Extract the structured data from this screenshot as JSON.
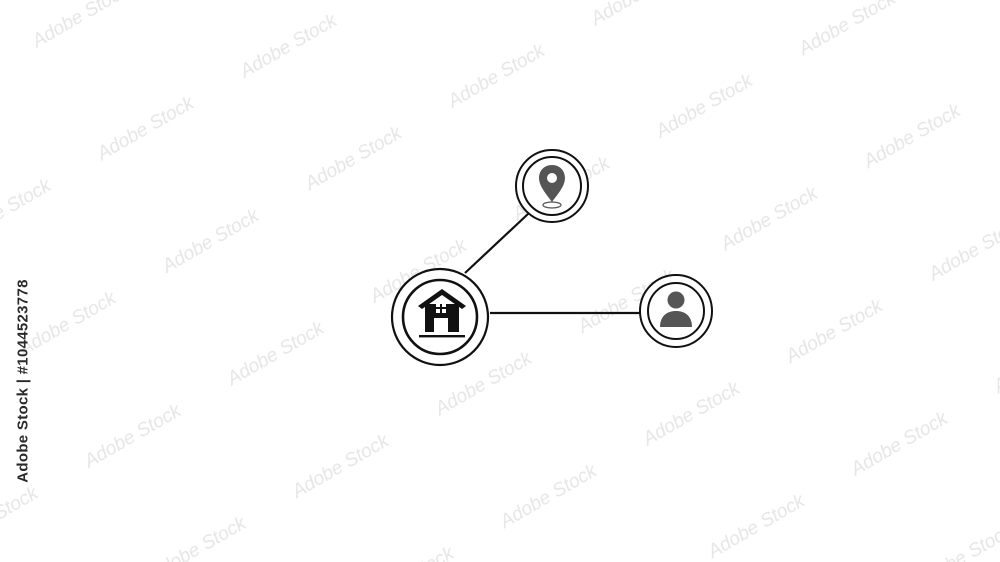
{
  "watermark": {
    "side_text": "Adobe Stock | #1044523778",
    "pattern_text": "Adobe Stock"
  },
  "diagram": {
    "nodes": [
      {
        "id": "home",
        "icon": "house-icon"
      },
      {
        "id": "location",
        "icon": "location-pin-icon"
      },
      {
        "id": "person",
        "icon": "person-icon"
      }
    ],
    "edges": [
      {
        "from": "home",
        "to": "location"
      },
      {
        "from": "home",
        "to": "person"
      }
    ]
  },
  "colors": {
    "line": "#111111",
    "icon_dark": "#111111",
    "icon_grey": "#555555",
    "watermark": "#e4e4e4"
  }
}
